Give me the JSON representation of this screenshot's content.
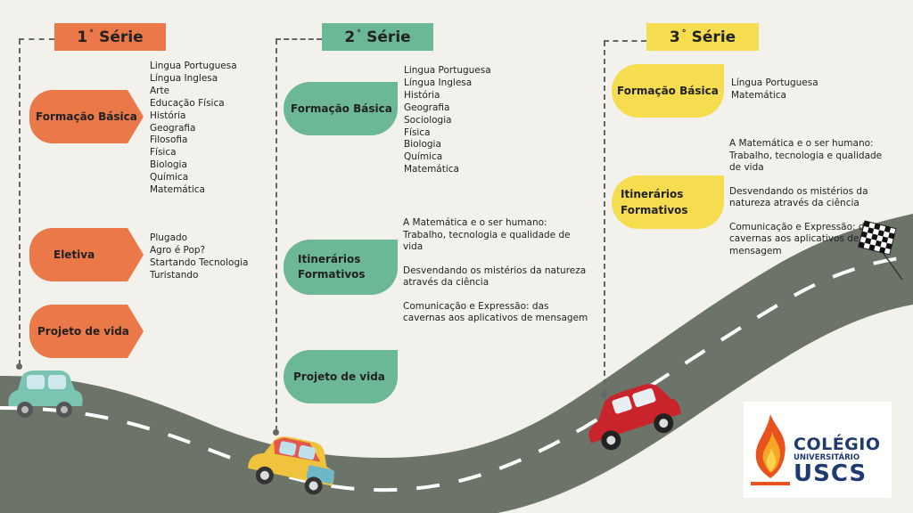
{
  "colors": {
    "orange": "#ea7848",
    "green": "#6cb896",
    "yellow": "#f6dc4f",
    "road": "#6c7469",
    "background": "#f3f1ec"
  },
  "serie1": {
    "title": "1",
    "title_suffix": "Série",
    "formacao_label": "Formação Básica",
    "formacao_items": [
      "Lingua Portuguesa",
      "Língua Inglesa",
      "Arte",
      "Educação Física",
      "História",
      "Geografia",
      "Filosofia",
      "Física",
      "Biologia",
      "Química",
      "Matemática"
    ],
    "eletiva_label": "Eletiva",
    "eletiva_items": [
      "Plugado",
      "Agro é Pop?",
      "Startando Tecnologia",
      "Turistando"
    ],
    "projeto_label": "Projeto de vida"
  },
  "serie2": {
    "title": "2",
    "title_suffix": "Série",
    "formacao_label": "Formação Básica",
    "formacao_items": [
      "Lingua Portuguesa",
      "Língua Inglesa",
      "História",
      "Geografia",
      "Sociologia",
      "Física",
      "Biologia",
      "Química",
      "Matemática"
    ],
    "itinerarios_label_1": "Itinerários",
    "itinerarios_label_2": "Formativos",
    "itinerarios_items": [
      "A Matemática e o ser humano: Trabalho, tecnologia e qualidade de vida",
      "Desvendando os mistérios da natureza através da ciência",
      "Comunicação e Expressão: das cavernas aos aplicativos de mensagem"
    ],
    "projeto_label": "Projeto de vida"
  },
  "serie3": {
    "title": "3",
    "title_suffix": "Série",
    "formacao_label": "Formação Básica",
    "formacao_items": [
      "Língua Portuguesa",
      "Matemática"
    ],
    "itinerarios_label_1": "Itinerários",
    "itinerarios_label_2": "Formativos",
    "itinerarios_items": [
      "A Matemática e o ser humano: Trabalho, tecnologia e qualidade de vida",
      "Desvendando os mistérios da natureza através da ciência",
      "Comunicação e Expressão: das cavernas aos aplicativos de mensagem"
    ]
  },
  "logo": {
    "line1": "COLÉGIO",
    "line2": "UNIVERSITÁRIO",
    "line3": "USCS"
  }
}
